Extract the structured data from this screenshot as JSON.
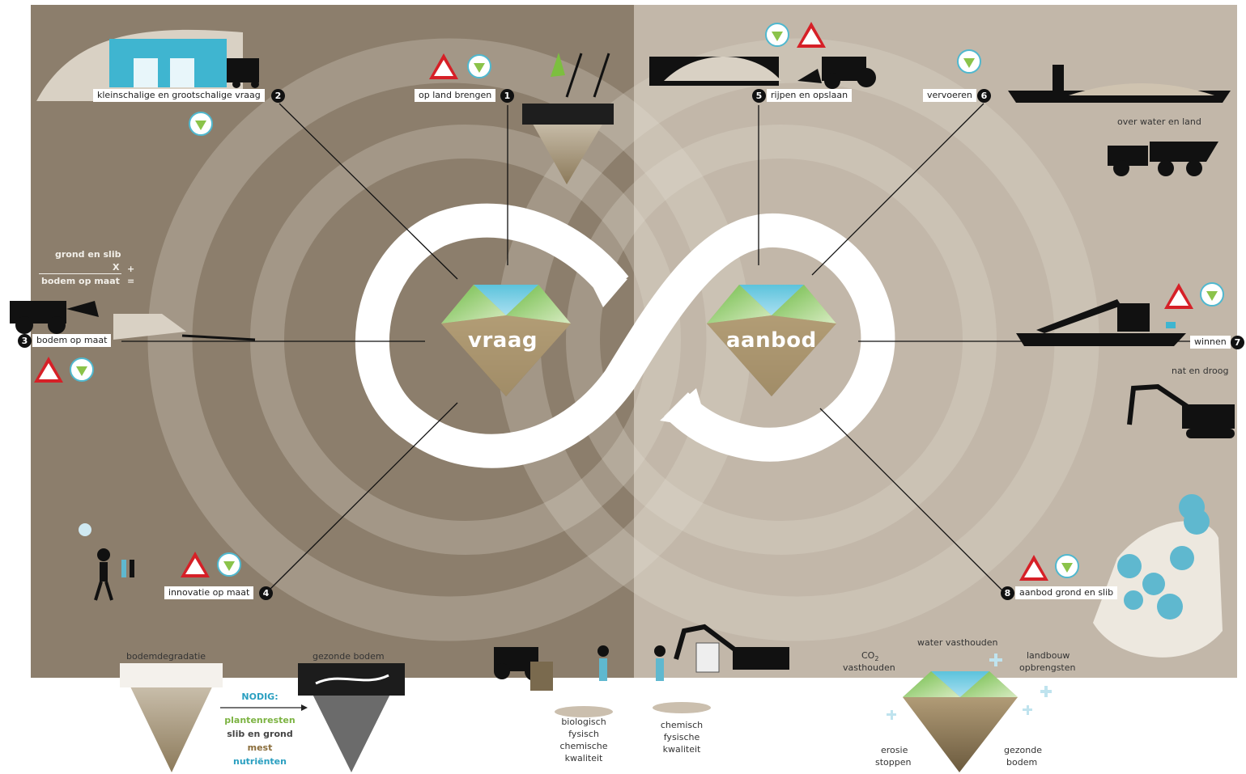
{
  "center": {
    "left_word": "vraag",
    "right_word": "aanbod"
  },
  "steps": [
    {
      "num": "1",
      "label": "op land brengen"
    },
    {
      "num": "2",
      "label": "kleinschalige en grootschalige vraag"
    },
    {
      "num": "3",
      "label": "bodem op maat"
    },
    {
      "num": "4",
      "label": "innovatie op maat"
    },
    {
      "num": "5",
      "label": "rijpen en opslaan"
    },
    {
      "num": "6",
      "label": "vervoeren"
    },
    {
      "num": "7",
      "label": "winnen"
    },
    {
      "num": "8",
      "label": "aanbod grond en slib"
    }
  ],
  "formula": {
    "line1": "grond en slib",
    "op": "X",
    "line2": "bodem op maat",
    "plus": "+",
    "equals": "="
  },
  "captions": {
    "transport": "over water en land",
    "winning": "nat en droog"
  },
  "bottom_left": {
    "degradation": "bodemdegradatie",
    "healthy": "gezonde bodem",
    "needed": "NODIG:",
    "items": [
      "plantenresten",
      "slib en grond",
      "mest",
      "nutriënten"
    ]
  },
  "bottom_middle": {
    "left_can": [
      "biologisch",
      "fysisch",
      "chemische",
      "kwaliteit"
    ],
    "right_can": [
      "chemisch",
      "fysische",
      "kwaliteit"
    ]
  },
  "bottom_right": {
    "water": "water vasthouden",
    "co2": "CO",
    "co2_sub": "2",
    "co2_line2": "vasthouden",
    "farm_l1": "landbouw",
    "farm_l2": "opbrengsten",
    "erosion_l1": "erosie",
    "erosion_l2": "stoppen",
    "soil_l1": "gezonde",
    "soil_l2": "bodem"
  },
  "colors": {
    "left_panel": "#8c7e6c",
    "right_panel": "#c2b7a9",
    "accent_teal": "#4fb8cf",
    "accent_green": "#8bc34a",
    "accent_brown": "#a58b5a",
    "warning_red": "#d62027"
  },
  "icons": [
    "diamond-icon",
    "warning-shovel-icon",
    "truck-icon",
    "tractor-icon",
    "dredger-icon",
    "excavator-icon",
    "ship-icon",
    "map-pin-icon"
  ]
}
